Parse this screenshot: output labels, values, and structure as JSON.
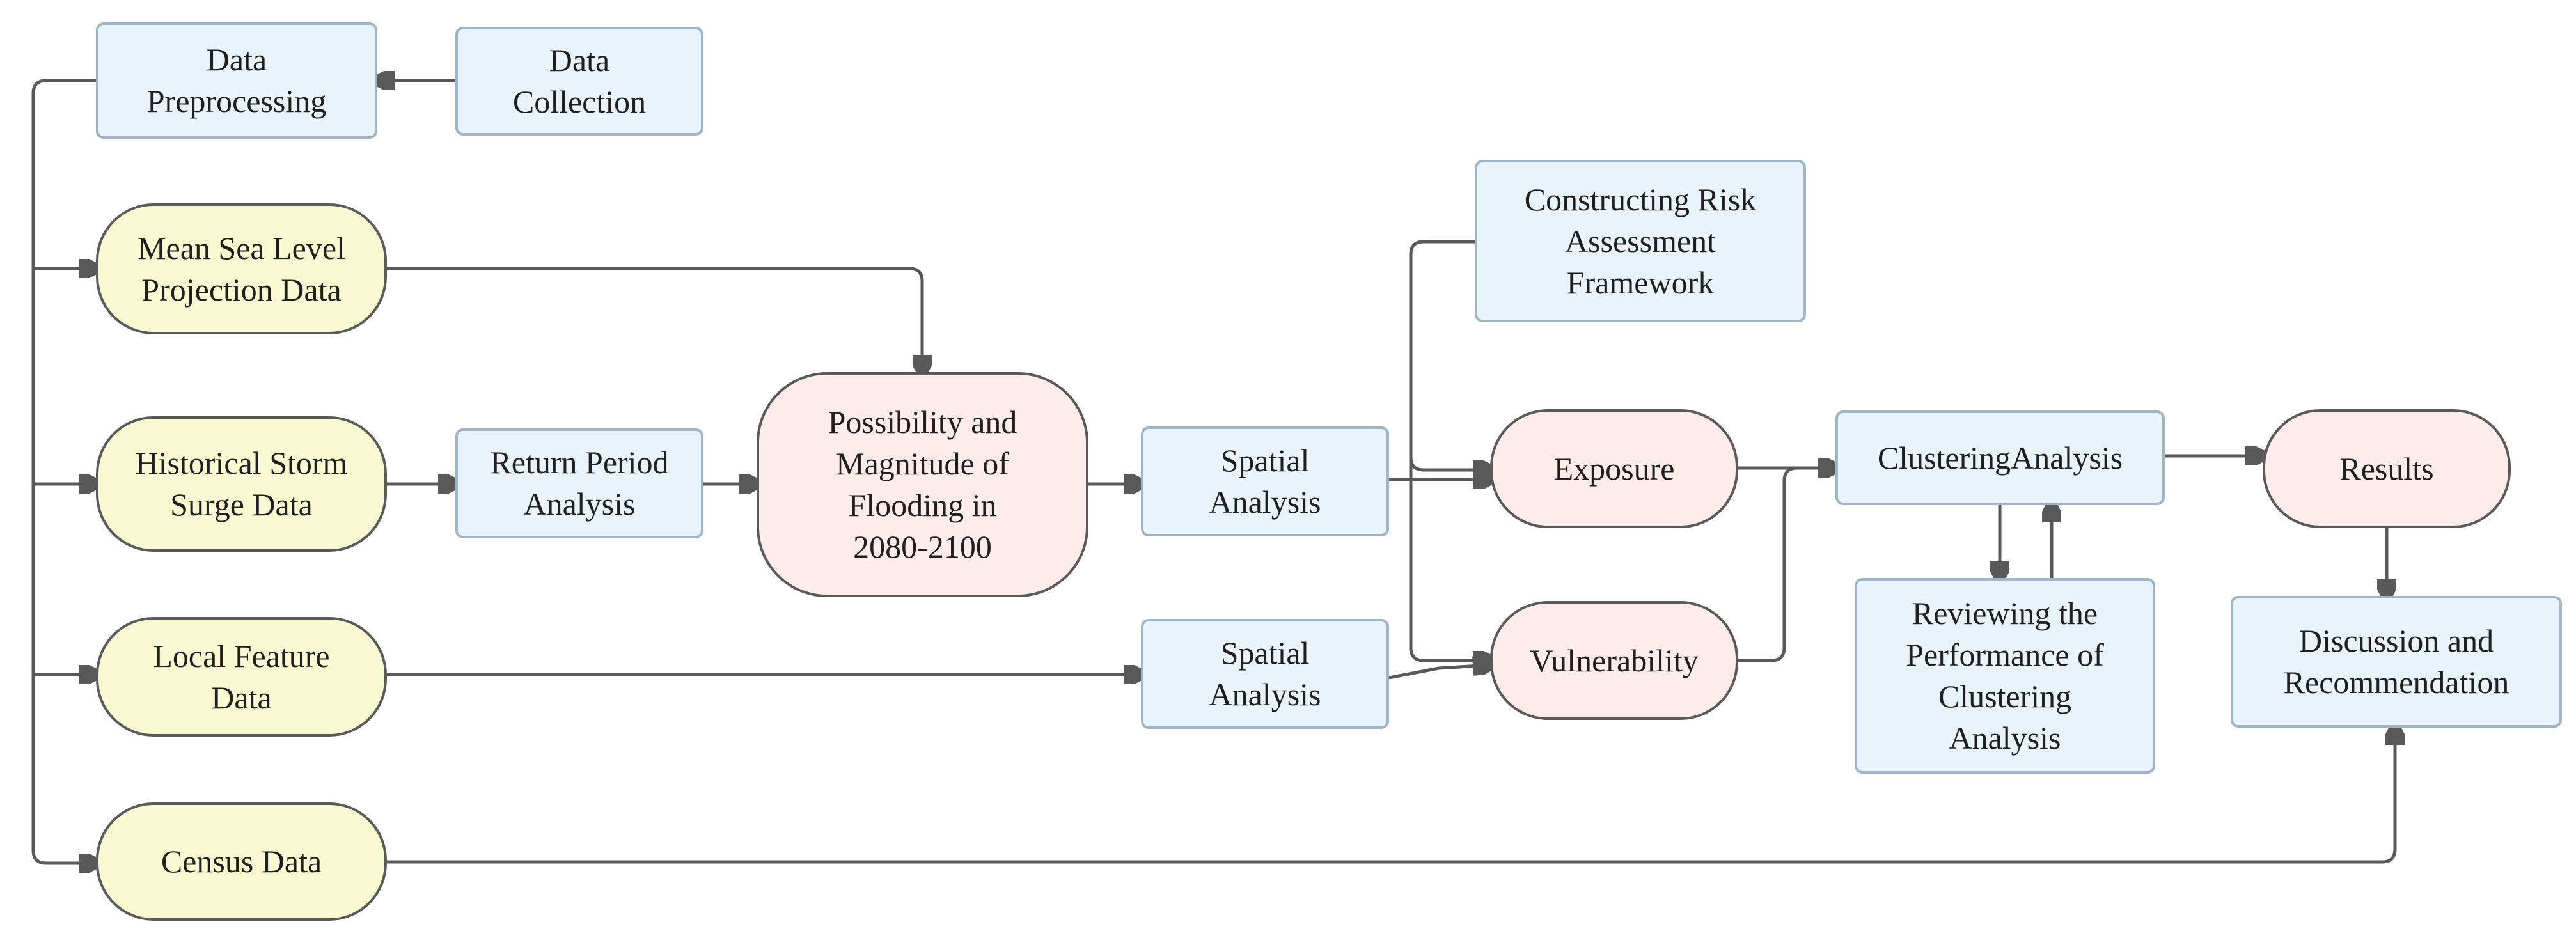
{
  "nodes": {
    "data_preprocessing": "Data\nPreprocessing",
    "data_collection": "Data\nCollection",
    "mean_sea_level": "Mean Sea Level\nProjection Data",
    "historical_storm": "Historical Storm\nSurge Data",
    "local_feature": "Local Feature\nData",
    "census_data": "Census Data",
    "return_period": "Return Period\nAnalysis",
    "flooding": "Possibility and\nMagnitude of\nFlooding in\n2080-2100",
    "spatial_analysis_1": "Spatial\nAnalysis",
    "spatial_analysis_2": "Spatial\nAnalysis",
    "constructing_risk": "Constructing Risk\nAssessment\nFramework",
    "exposure": "Exposure",
    "vulnerability": "Vulnerability",
    "clustering_analysis": "ClusteringAnalysis",
    "reviewing": "Reviewing the\nPerformance of\nClustering\nAnalysis",
    "results": "Results",
    "discussion": "Discussion and\nRecommendation"
  },
  "colors": {
    "process_fill": "#e8f3fb",
    "process_border": "#9fb4c6",
    "data_fill": "#fafad2",
    "outcome_fill": "#fdecea",
    "connector": "#595959"
  }
}
